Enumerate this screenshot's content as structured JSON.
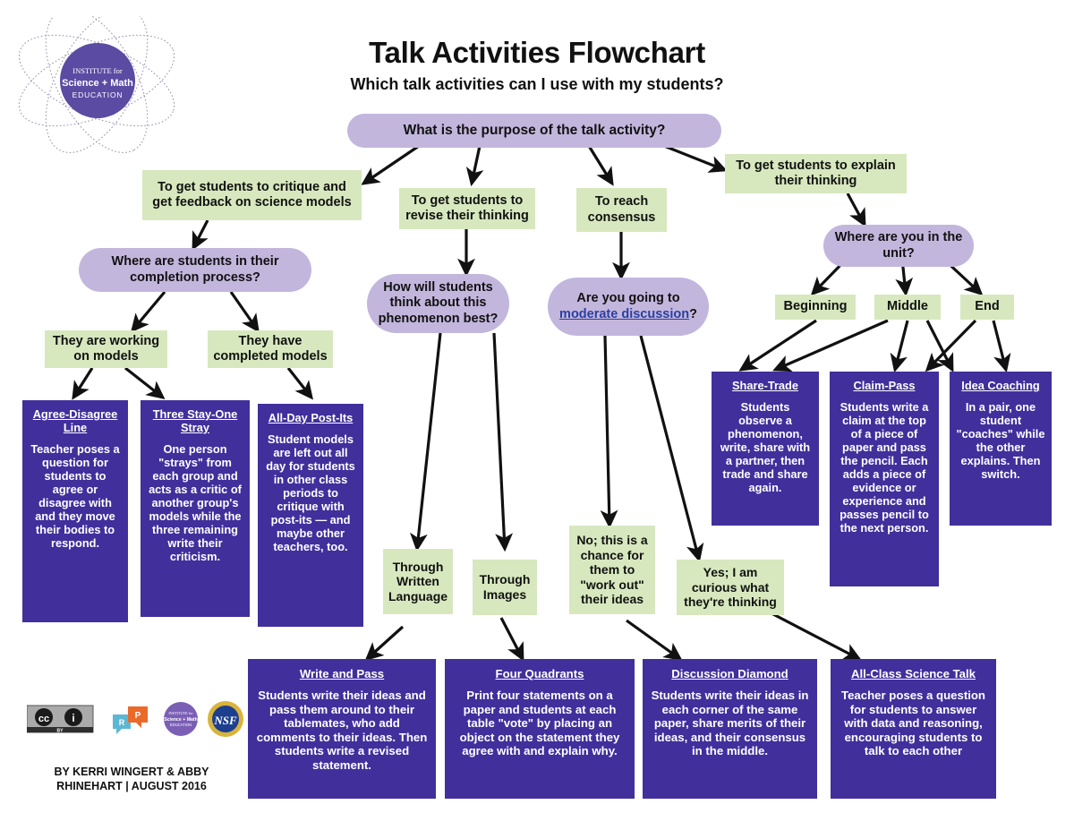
{
  "header": {
    "title": "Talk Activities Flowchart",
    "subtitle": "Which talk activities can I use with my students?"
  },
  "logo": {
    "name": "institute-logo",
    "line1": "INSTITUTE for",
    "line2": "Science + Math",
    "line3": "EDUCATION"
  },
  "colors": {
    "green_box": "#d7e8be",
    "purple_oval": "#c3b6dd",
    "purple_card": "#412f9c",
    "card_text": "#ffffff",
    "link": "#2a3fa0",
    "arrow": "#111111"
  },
  "nodes": {
    "root_question": "What is the purpose of the talk activity?",
    "purpose_critique": "To get students to critique and get feedback on science models",
    "purpose_revise": "To get students to revise their thinking",
    "purpose_consensus": "To reach consensus",
    "purpose_explain": "To get students to explain their thinking",
    "q_completion": "Where are students in their completion process?",
    "working_on_models": "They are working on models",
    "completed_models": "They have completed models",
    "q_think_about": "How will students think about this phenomenon best?",
    "q_moderate_pre": "Are you going to ",
    "q_moderate_link": "moderate discussion",
    "q_moderate_post": "?",
    "q_unit": "Where are you in the unit?",
    "unit_beginning": "Beginning",
    "unit_middle": "Middle",
    "unit_end": "End",
    "through_written": "Through Written Language",
    "through_images": "Through Images",
    "answer_no": "No; this is a chance for them to \"work out\" their ideas",
    "answer_yes": "Yes; I am curious what they're thinking"
  },
  "activities": [
    {
      "id": "agree-disagree-line",
      "title": "Agree-Disagree Line",
      "body": "Teacher poses a question for students to agree or disagree with and they move their bodies to respond."
    },
    {
      "id": "three-stay-one-stray",
      "title": "Three Stay-One Stray",
      "body": "One person \"strays\" from each group and acts as a critic of another group's models while the three remaining write their criticism."
    },
    {
      "id": "all-day-post-its",
      "title": "All-Day Post-Its",
      "body": "Student models are left out all day for students in other class periods to critique with post-its — and maybe other teachers, too."
    },
    {
      "id": "share-trade",
      "title": "Share-Trade",
      "body": "Students observe a phenomenon, write, share with a partner, then trade and share again."
    },
    {
      "id": "claim-pass",
      "title": "Claim-Pass",
      "body": "Students write a claim at the top of a piece of paper and pass the pencil. Each adds a piece of evidence or experience and passes pencil to the next person."
    },
    {
      "id": "idea-coaching",
      "title": "Idea Coaching",
      "body": "In a pair, one student \"coaches\" while the other explains. Then switch."
    },
    {
      "id": "write-and-pass",
      "title": "Write and Pass",
      "body": "Students write their ideas and pass them around to their tablemates, who add comments to their ideas. Then students write a revised statement."
    },
    {
      "id": "four-quadrants",
      "title": "Four Quadrants",
      "body": "Print four statements on a paper and students at each table \"vote\" by placing an object on the statement they agree with and explain why."
    },
    {
      "id": "discussion-diamond",
      "title": "Discussion Diamond",
      "body": "Students write their ideas in each corner of the same paper, share merits of their ideas, and their consensus in the middle."
    },
    {
      "id": "all-class-science-talk",
      "title": "All-Class Science Talk",
      "body": "Teacher poses a question for students to answer with data and reasoning, encouraging students to talk to each other"
    }
  ],
  "footer": {
    "credit_line1": "BY KERRI WINGERT & ABBY",
    "credit_line2": "RHINEHART  |  AUGUST 2016",
    "badges": [
      {
        "name": "creative-commons-by-badge",
        "label": "CC BY"
      },
      {
        "name": "research-practice-badge",
        "label": "R P"
      },
      {
        "name": "institute-science-math-education-badge",
        "label": "Science + Math EDUCATION"
      },
      {
        "name": "nsf-badge",
        "label": "NSF"
      }
    ]
  }
}
